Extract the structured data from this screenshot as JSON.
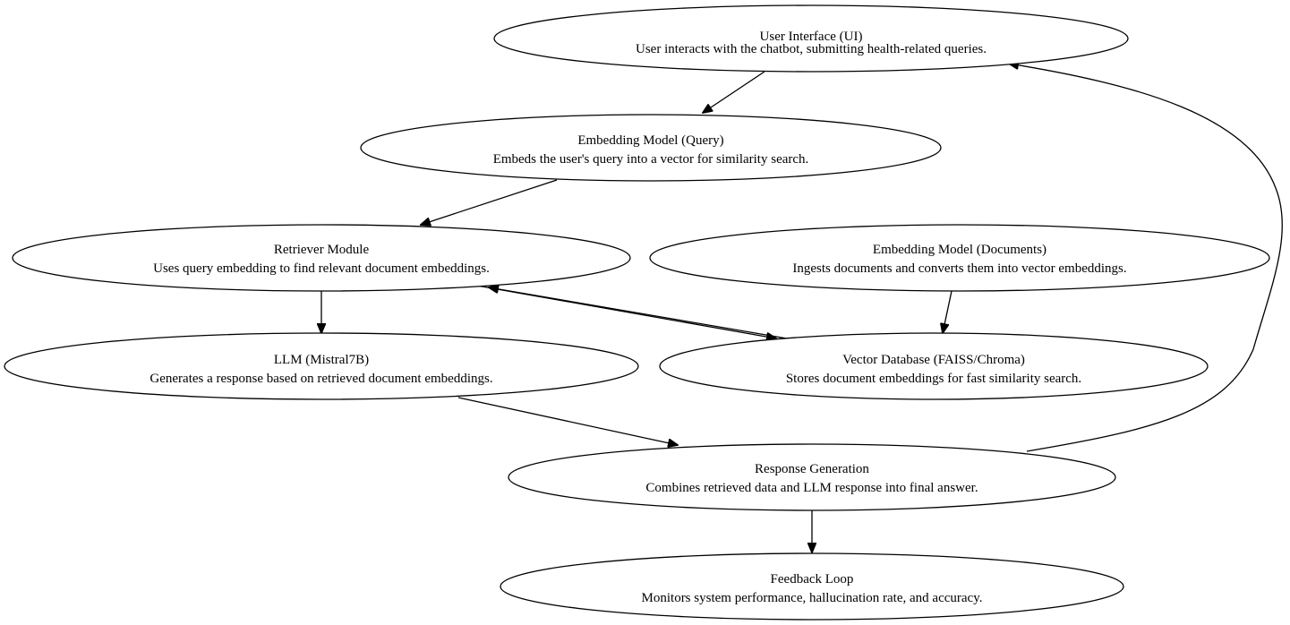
{
  "nodes": {
    "ui": {
      "title": "User Interface (UI)",
      "desc": "User interacts with the chatbot, submitting health-related queries."
    },
    "embed_query": {
      "title": "Embedding Model (Query)",
      "desc": "Embeds the user's query into a vector for similarity search."
    },
    "retriever": {
      "title": "Retriever Module",
      "desc": "Uses query embedding to find relevant document embeddings."
    },
    "embed_docs": {
      "title": "Embedding Model (Documents)",
      "desc": "Ingests documents and converts them into vector embeddings."
    },
    "llm": {
      "title": "LLM (Mistral7B)",
      "desc": "Generates a response based on retrieved document embeddings."
    },
    "vector_db": {
      "title": "Vector Database (FAISS/Chroma)",
      "desc": "Stores document embeddings for fast similarity search."
    },
    "response": {
      "title": "Response Generation",
      "desc": "Combines retrieved data and LLM response into final answer."
    },
    "feedback": {
      "title": "Feedback Loop",
      "desc": "Monitors system performance, hallucination rate, and accuracy."
    }
  },
  "edges": [
    {
      "from": "ui",
      "to": "embed_query"
    },
    {
      "from": "embed_query",
      "to": "retriever"
    },
    {
      "from": "retriever",
      "to": "llm"
    },
    {
      "from": "retriever",
      "to": "vector_db"
    },
    {
      "from": "vector_db",
      "to": "retriever"
    },
    {
      "from": "embed_docs",
      "to": "vector_db"
    },
    {
      "from": "llm",
      "to": "response"
    },
    {
      "from": "response",
      "to": "feedback"
    },
    {
      "from": "response",
      "to": "ui"
    }
  ]
}
